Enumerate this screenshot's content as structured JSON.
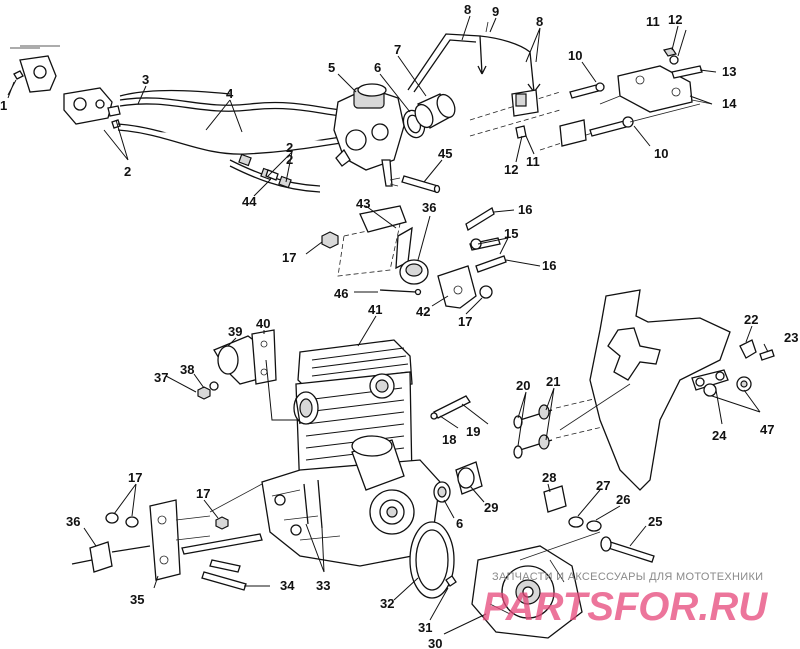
{
  "diagram": {
    "labels": [
      "1",
      "2",
      "3",
      "4",
      "5",
      "6",
      "7",
      "8",
      "9",
      "8",
      "10",
      "11",
      "12",
      "13",
      "14",
      "12",
      "11",
      "10",
      "2",
      "2",
      "44",
      "45",
      "43",
      "36",
      "16",
      "15",
      "16",
      "17",
      "46",
      "42",
      "17",
      "41",
      "39",
      "40",
      "38",
      "37",
      "18",
      "19",
      "20",
      "21",
      "22",
      "23",
      "24",
      "47",
      "17",
      "17",
      "36",
      "35",
      "34",
      "33",
      "6",
      "29",
      "28",
      "27",
      "26",
      "25",
      "32",
      "31",
      "30"
    ],
    "watermark": {
      "tagline": "ЗАПЧАСТИ И АКСЕССУАРЫ ДЛЯ МОТОТЕХНИКИ",
      "brand": "PARTSFOR.RU"
    }
  }
}
